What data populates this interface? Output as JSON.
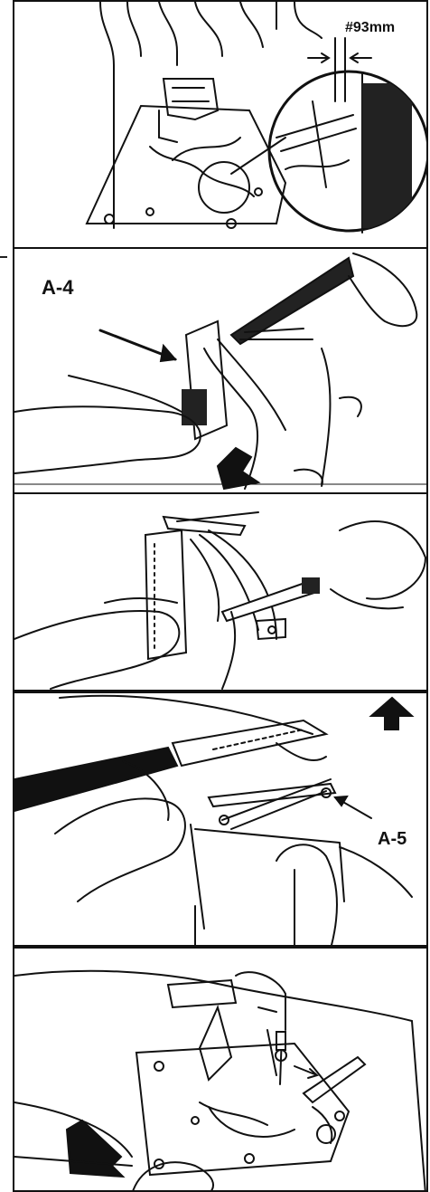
{
  "panels": [
    {
      "id": "panel-1",
      "caption": "#93mm"
    },
    {
      "id": "panel-2",
      "caption": "A-4"
    },
    {
      "id": "panel-3",
      "caption": ""
    },
    {
      "id": "panel-4",
      "caption": "A-5"
    },
    {
      "id": "panel-5",
      "caption": ""
    }
  ],
  "icons": {
    "arrows": [
      "arrow-down-icon",
      "arrow-up-icon",
      "arrow-down-left-icon"
    ]
  },
  "colors": {
    "ink": "#111111",
    "paper": "#ffffff"
  }
}
